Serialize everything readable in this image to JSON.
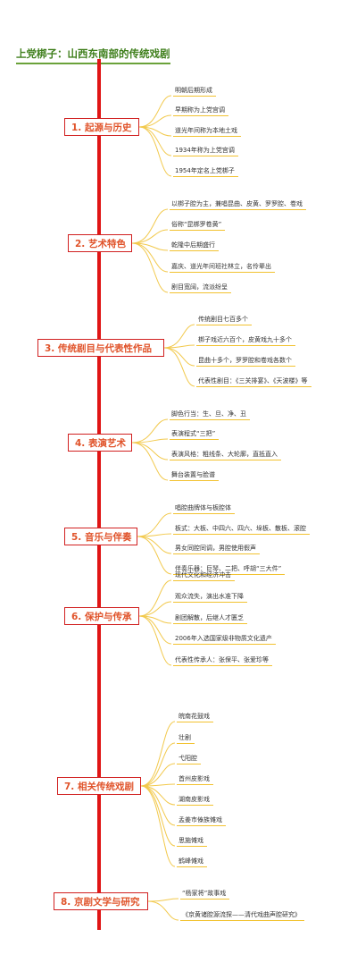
{
  "title": "上党梆子：山西东南部的传统戏剧",
  "colors": {
    "spine": "#e01515",
    "branch_border": "#d12020",
    "branch_text": "#e0532a",
    "curve": "#f2c94c",
    "underline": "#f2c230",
    "title": "#3f7f1c"
  },
  "branches": [
    {
      "label": "1. 起源与历史",
      "children": [
        "明朝后期形成",
        "早期称为上党宫调",
        "道光年间称为本地土戏",
        "1934年称为上党宫调",
        "1954年定名上党梆子"
      ]
    },
    {
      "label": "2. 艺术特色",
      "children": [
        "以梆子腔为主，兼唱昆曲、皮黄、罗罗腔、卷戏",
        "俗称“昆梆罗卷黄”",
        "乾隆中后期盛行",
        "嘉庆、道光年间班社林立，名伶辈出",
        "剧目宽阔，流派纷呈"
      ]
    },
    {
      "label": "3. 传统剧目与代表性作品",
      "children": [
        "传统剧目七百多个",
        "梆子戏近六百个，皮黄戏九十多个",
        "昆曲十多个，罗罗腔和卷戏各数个",
        "代表性剧目：《三关排宴》、《天波楼》等"
      ]
    },
    {
      "label": "4. 表演艺术",
      "children": [
        "脚色行当：生、旦、净、丑",
        "表演程式“三把”",
        "表演风格：粗线条、大轮廓，直抵直入",
        "舞台装置与脸谱"
      ]
    },
    {
      "label": "5. 音乐与伴奏",
      "children": [
        "唱腔曲牌体与板腔体",
        "板式：大板、中四六、四六、垛板、散板、滚腔",
        "男女同腔同调，男腔使用假声",
        "伴奏乐器：巨琴、二把、呼胡“三大件”"
      ]
    },
    {
      "label": "6. 保护与传承",
      "children": [
        "现代文化和经济冲击",
        "观众流失，演出水准下降",
        "剧团解散，后继人才匮乏",
        "2006年入选国家级非物质文化遗产",
        "代表性传承人：张保平、张爱珍等"
      ]
    },
    {
      "label": "7. 相关传统戏剧",
      "children": [
        "皖南花鼓戏",
        "壮剧",
        "弋阳腔",
        "首州皮影戏",
        "湖南皮影戏",
        "孟姜市傣族傩戏",
        "思施傩戏",
        "鹤峰傩戏"
      ]
    },
    {
      "label": "8. 京剧文学与研究",
      "children": [
        "“杨家将”故事戏",
        "《京黄诸腔源流探——清代戏曲声腔研究》"
      ]
    }
  ]
}
